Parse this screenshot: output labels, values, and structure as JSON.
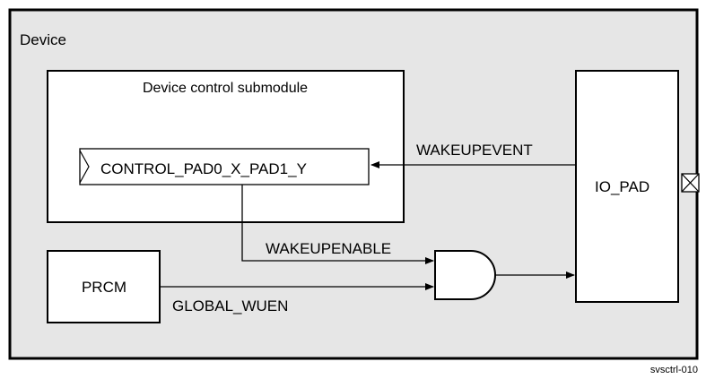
{
  "diagram": {
    "device_label": "Device",
    "control_submodule_label": "Device control submodule",
    "register_label": "CONTROL_PAD0_X_PAD1_Y",
    "prcm_label": "PRCM",
    "io_pad_label": "IO_PAD",
    "signals": {
      "wakeupevent": "WAKEUPEVENT",
      "wakeupenable": "WAKEUPENABLE",
      "global_wuen": "GLOBAL_WUEN"
    },
    "figure_id": "svsctrl-010",
    "colors": {
      "device_fill": "#e6e6e6",
      "box_fill": "#ffffff",
      "stroke": "#000000"
    }
  }
}
